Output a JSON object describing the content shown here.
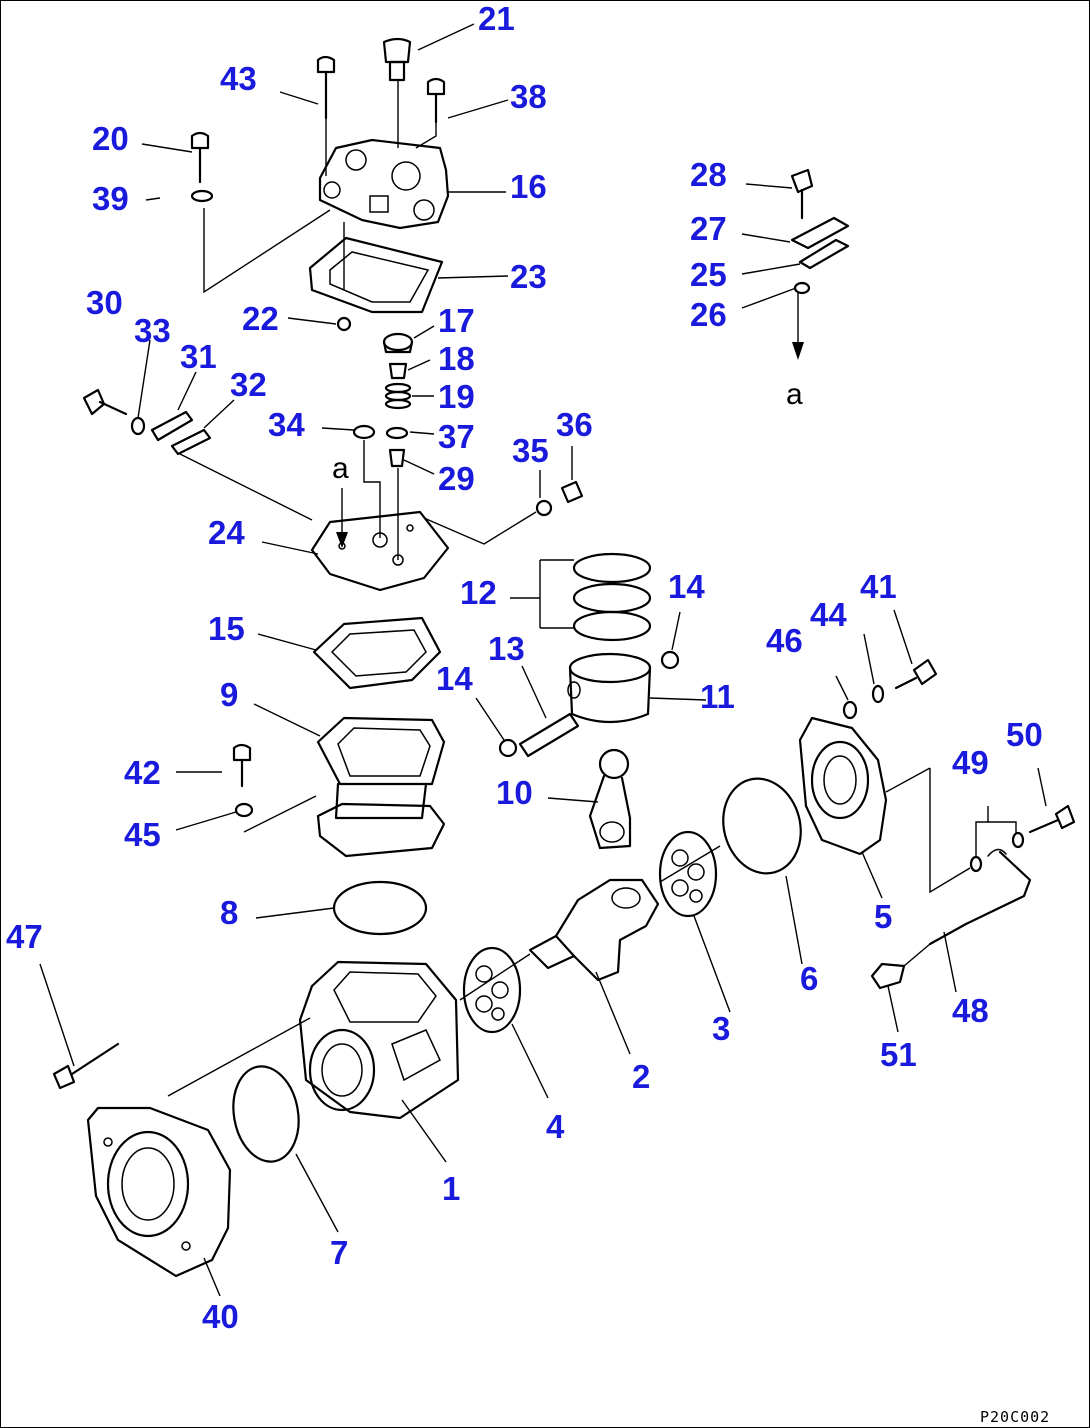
{
  "labels": {
    "p1": "1",
    "p2": "2",
    "p3": "3",
    "p4": "4",
    "p5": "5",
    "p6": "6",
    "p7": "7",
    "p8": "8",
    "p9": "9",
    "p10": "10",
    "p11": "11",
    "p12": "12",
    "p13": "13",
    "p14a": "14",
    "p14b": "14",
    "p15": "15",
    "p16": "16",
    "p17": "17",
    "p18": "18",
    "p19": "19",
    "p20": "20",
    "p21": "21",
    "p22": "22",
    "p23": "23",
    "p24": "24",
    "p25": "25",
    "p26": "26",
    "p27": "27",
    "p28": "28",
    "p29": "29",
    "p30": "30",
    "p31": "31",
    "p32": "32",
    "p33": "33",
    "p34": "34",
    "p35": "35",
    "p36": "36",
    "p37": "37",
    "p38": "38",
    "p39": "39",
    "p40": "40",
    "p41": "41",
    "p42": "42",
    "p43": "43",
    "p44": "44",
    "p45": "45",
    "p46": "46",
    "p47": "47",
    "p48": "48",
    "p49": "49",
    "p50": "50",
    "p51": "51"
  },
  "refs": {
    "a_top": "a",
    "a_mid": "a"
  },
  "drawing_code": "P20C002",
  "colors": {
    "label": "#1a1adc",
    "line": "#000000",
    "background": "#ffffff"
  }
}
